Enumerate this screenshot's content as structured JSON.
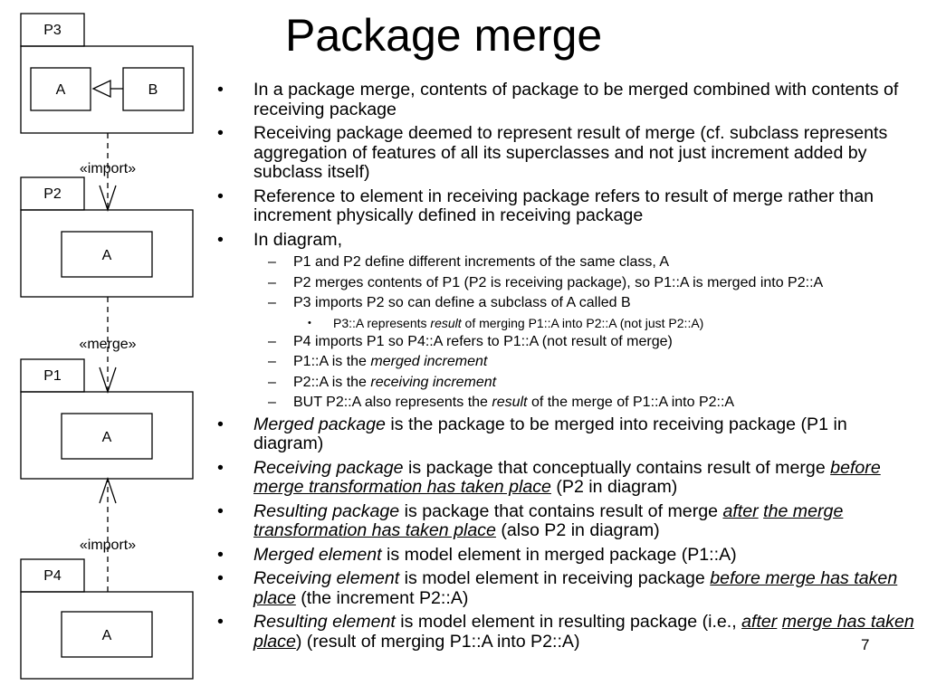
{
  "slide": {
    "title": "Package merge",
    "page_number": "7"
  },
  "diagram": {
    "packages": [
      {
        "name": "P3",
        "classes": [
          "A",
          "B"
        ]
      },
      {
        "name": "P2",
        "classes": [
          "A"
        ]
      },
      {
        "name": "P1",
        "classes": [
          "A"
        ]
      },
      {
        "name": "P4",
        "classes": [
          "A"
        ]
      }
    ],
    "dependencies": [
      {
        "from": "P3",
        "to": "P2",
        "stereotype": "«import»"
      },
      {
        "from": "P2",
        "to": "P1",
        "stereotype": "«merge»"
      },
      {
        "from": "P4",
        "to": "P1",
        "stereotype": "«import»"
      }
    ],
    "generalization": {
      "sub": "B",
      "super": "A"
    }
  },
  "bullets": [
    {
      "level": 1,
      "runs": [
        {
          "t": "In a package merge, contents of package to be merged combined with contents of receiving package"
        }
      ]
    },
    {
      "level": 1,
      "runs": [
        {
          "t": "Receiving package deemed to represent result of merge (cf. subclass represents aggregation of features of all its superclasses and not just increment added by subclass itself)"
        }
      ]
    },
    {
      "level": 1,
      "runs": [
        {
          "t": "Reference to element in receiving package refers to result of merge rather than increment physically defined in receiving package"
        }
      ]
    },
    {
      "level": 1,
      "runs": [
        {
          "t": "In diagram,"
        }
      ]
    },
    {
      "level": 2,
      "runs": [
        {
          "t": "P1 and P2 define different increments of the same class, A"
        }
      ]
    },
    {
      "level": 2,
      "runs": [
        {
          "t": "P2 merges contents of P1 (P2 is receiving package), so P1::A is merged into P2::A"
        }
      ]
    },
    {
      "level": 2,
      "runs": [
        {
          "t": "P3 imports P2 so can define a subclass of A called B"
        }
      ]
    },
    {
      "level": 3,
      "runs": [
        {
          "t": "P3::A represents "
        },
        {
          "t": "result",
          "i": true
        },
        {
          "t": " of merging P1::A into P2::A (not just P2::A)"
        }
      ]
    },
    {
      "level": 2,
      "runs": [
        {
          "t": "P4 imports P1 so P4::A refers to P1::A (not result of merge)"
        }
      ]
    },
    {
      "level": 2,
      "runs": [
        {
          "t": "P1::A is the "
        },
        {
          "t": "merged increment",
          "i": true
        }
      ]
    },
    {
      "level": 2,
      "runs": [
        {
          "t": "P2::A is the "
        },
        {
          "t": "receiving increment",
          "i": true
        }
      ]
    },
    {
      "level": 2,
      "runs": [
        {
          "t": "BUT P2::A also represents the "
        },
        {
          "t": "result",
          "i": true
        },
        {
          "t": " of the merge of P1::A into P2::A"
        }
      ]
    },
    {
      "level": 1,
      "runs": [
        {
          "t": "Merged package",
          "i": true
        },
        {
          "t": " is the package to be merged into receiving package (P1 in diagram)"
        }
      ]
    },
    {
      "level": 1,
      "runs": [
        {
          "t": "Receiving package",
          "i": true
        },
        {
          "t": " is package that conceptually contains result of merge "
        },
        {
          "t": "before merge transformation has taken place",
          "i": true,
          "u": true
        },
        {
          "t": " (P2 in diagram)"
        }
      ]
    },
    {
      "level": 1,
      "runs": [
        {
          "t": "Resulting package",
          "i": true
        },
        {
          "t": " is package that contains result of merge "
        },
        {
          "t": "after",
          "i": true,
          "u": true
        },
        {
          "t": " "
        },
        {
          "t": "the merge transformation has taken place",
          "i": true,
          "u": true
        },
        {
          "t": " (also P2 in diagram)"
        }
      ]
    },
    {
      "level": 1,
      "runs": [
        {
          "t": "Merged element",
          "i": true
        },
        {
          "t": " is model element in merged package (P1::A)"
        }
      ]
    },
    {
      "level": 1,
      "runs": [
        {
          "t": "Receiving element",
          "i": true
        },
        {
          "t": " is model element in receiving package "
        },
        {
          "t": "before merge has taken place",
          "i": true,
          "u": true
        },
        {
          "t": " (the increment P2::A)"
        }
      ]
    },
    {
      "level": 1,
      "runs": [
        {
          "t": "Resulting element",
          "i": true
        },
        {
          "t": " is model element in resulting package (i.e., "
        },
        {
          "t": "after",
          "i": true,
          "u": true
        },
        {
          "t": " "
        },
        {
          "t": "merge has taken place",
          "i": true,
          "u": true
        },
        {
          "t": ") (result of merging P1::A into P2::A)"
        }
      ]
    }
  ]
}
